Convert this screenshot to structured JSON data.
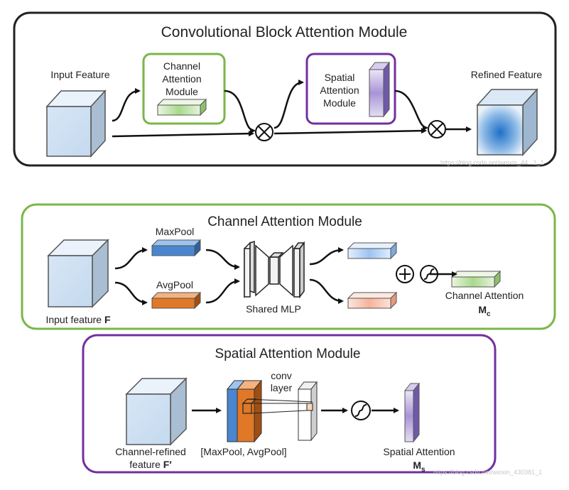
{
  "cbam": {
    "title": "Convolutional Block Attention Module",
    "input_label": "Input Feature",
    "channel_module_lines": [
      "Channel",
      "Attention",
      "Module"
    ],
    "spatial_module_lines": [
      "Spatial",
      "Attention",
      "Module"
    ],
    "output_label": "Refined Feature",
    "multiply_symbol": "⊗"
  },
  "channel": {
    "title": "Channel Attention Module",
    "maxpool_label": "MaxPool",
    "avgpool_label": "AvgPool",
    "mlp_label": "Shared MLP",
    "input_label": "Input feature ",
    "input_symbol": "F",
    "plus_symbol": "⊕",
    "output_label": "Channel Attention",
    "output_symbol": "M",
    "output_subscript": "c"
  },
  "spatial": {
    "title": "Spatial Attention Module",
    "input_label_line1": "Channel-refined",
    "input_label_line2": "feature ",
    "input_symbol": "F′",
    "pool_label": "[MaxPool, AvgPool]",
    "conv_label_line1": "conv",
    "conv_label_line2": "layer",
    "output_label": "Spatial Attention",
    "output_symbol": "M",
    "output_subscript": "s"
  },
  "colors": {
    "channel_green": "#7ab648",
    "spatial_purple": "#7030a0",
    "maxpool_blue": "#4a86d0",
    "avgpool_orange": "#e07828"
  },
  "watermarks": [
    "https://blog.csdn.net/weixin_44...1_1",
    "https://blog.csdn.net/weixin_430381_1"
  ]
}
